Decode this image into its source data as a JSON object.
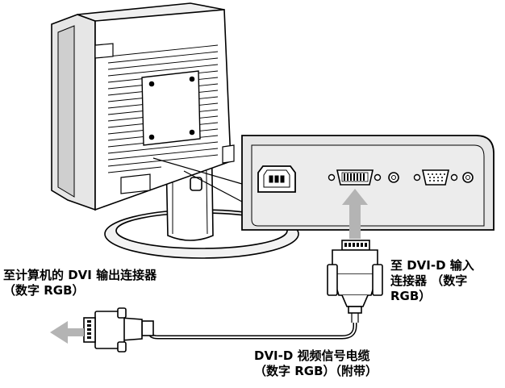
{
  "labels": {
    "computer_connector": [
      "至计算机的 DVI 输出连接器",
      "（数字 RGB）"
    ],
    "dvi_input": [
      "至 DVI-D 输入",
      "连接器 （数字",
      "RGB）"
    ],
    "cable": [
      "DVI-D 视频信号电缆",
      "（数字 RGB）（附带）"
    ]
  },
  "colors": {
    "stroke": "#000000",
    "panel_gray": "#e6e6e6",
    "arrow_gray": "#b4b4b4",
    "background": "#ffffff"
  }
}
